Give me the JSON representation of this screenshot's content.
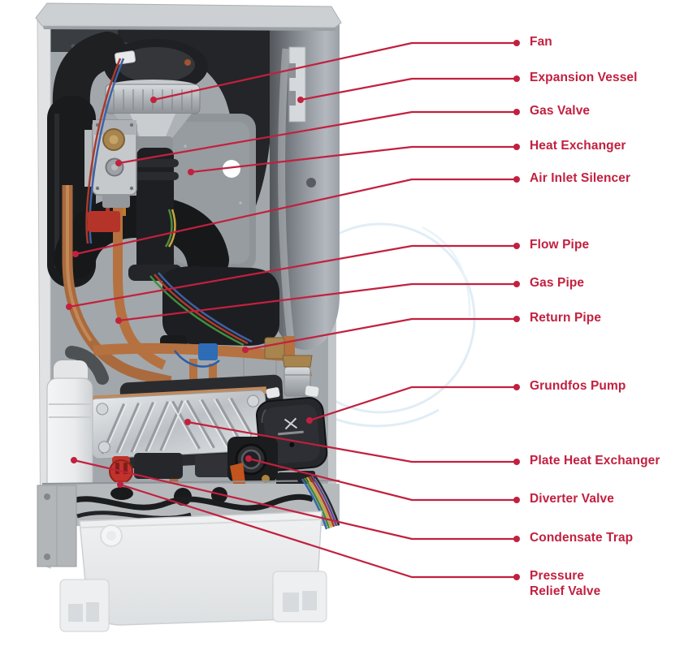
{
  "figure": {
    "type": "annotated-photo-diagram",
    "subject": "boiler-internal-components"
  },
  "colors": {
    "callout": "#c2203f",
    "background": "#ffffff"
  },
  "callouts": [
    {
      "label": "Fan",
      "lines": [
        "Fan"
      ],
      "dot": [
        189,
        123
      ],
      "bend": [
        507,
        53
      ],
      "end": [
        636,
        53
      ]
    },
    {
      "label": "Expansion Vessel",
      "lines": [
        "Expansion Vessel"
      ],
      "dot": [
        370,
        123
      ],
      "bend": [
        507,
        97
      ],
      "end": [
        636,
        97
      ]
    },
    {
      "label": "Gas Valve",
      "lines": [
        "Gas Valve"
      ],
      "dot": [
        146,
        201
      ],
      "bend": [
        507,
        138
      ],
      "end": [
        636,
        138
      ]
    },
    {
      "label": "Heat Exchanger",
      "lines": [
        "Heat Exchanger"
      ],
      "dot": [
        235,
        212
      ],
      "bend": [
        507,
        181
      ],
      "end": [
        636,
        181
      ]
    },
    {
      "label": "Air Inlet Silencer",
      "lines": [
        "Air Inlet Silencer"
      ],
      "dot": [
        93,
        313
      ],
      "bend": [
        507,
        221
      ],
      "end": [
        636,
        221
      ]
    },
    {
      "label": "Flow Pipe",
      "lines": [
        "Flow Pipe"
      ],
      "dot": [
        85,
        378
      ],
      "bend": [
        507,
        303
      ],
      "end": [
        636,
        303
      ]
    },
    {
      "label": "Gas Pipe",
      "lines": [
        "Gas Pipe"
      ],
      "dot": [
        146,
        395
      ],
      "bend": [
        507,
        350
      ],
      "end": [
        636,
        350
      ]
    },
    {
      "label": "Return Pipe",
      "lines": [
        "Return Pipe"
      ],
      "dot": [
        302,
        431
      ],
      "bend": [
        507,
        393
      ],
      "end": [
        636,
        393
      ]
    },
    {
      "label": "Grundfos Pump",
      "lines": [
        "Grundfos Pump"
      ],
      "dot": [
        381,
        518
      ],
      "bend": [
        507,
        477
      ],
      "end": [
        636,
        477
      ]
    },
    {
      "label": "Plate Heat Exchanger",
      "lines": [
        "Plate Heat Exchanger"
      ],
      "dot": [
        231,
        520
      ],
      "bend": [
        507,
        569
      ],
      "end": [
        636,
        569
      ]
    },
    {
      "label": "Diverter Valve",
      "lines": [
        "Diverter Valve"
      ],
      "dot": [
        306,
        565
      ],
      "bend": [
        507,
        616
      ],
      "end": [
        636,
        616
      ]
    },
    {
      "label": "Condensate Trap",
      "lines": [
        "Condensate Trap"
      ],
      "dot": [
        91,
        567
      ],
      "bend": [
        507,
        664
      ],
      "end": [
        636,
        664
      ]
    },
    {
      "label": "Pressure Relief Valve",
      "lines": [
        "Pressure",
        "Relief Valve"
      ],
      "dot": [
        148,
        597
      ],
      "bend": [
        507,
        711
      ],
      "end": [
        636,
        711
      ]
    }
  ]
}
